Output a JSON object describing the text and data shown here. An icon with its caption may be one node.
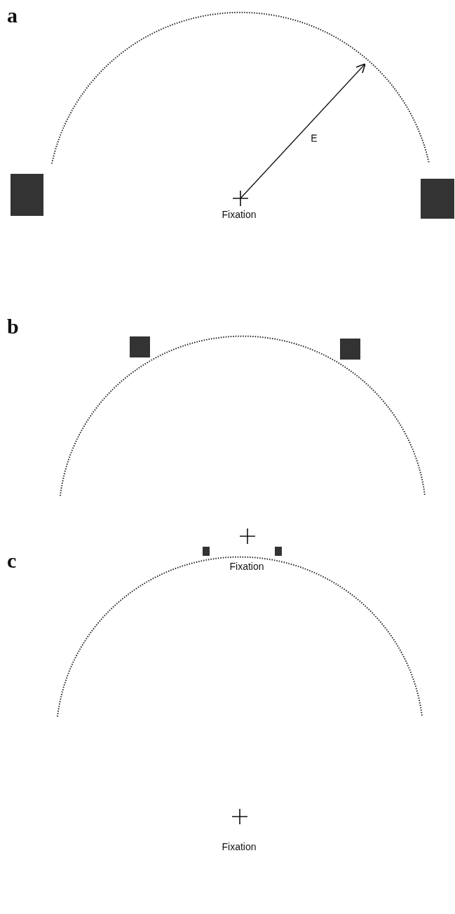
{
  "diagram": {
    "labels": [
      "a",
      "E",
      "Fixation",
      "b",
      "Fixation",
      "c",
      "Fixation"
    ]
  }
}
